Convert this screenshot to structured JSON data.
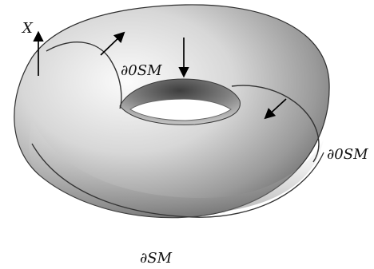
{
  "labels": {
    "x_vector": "X",
    "boundary_inner_top": "∂0SM",
    "boundary_right": "∂0SM",
    "boundary_bottom": "∂SM"
  },
  "colors": {
    "background": "#ffffff",
    "curve": "#333333",
    "arrow": "#000000",
    "surface_light": "#f2f2f2",
    "surface_mid": "#bdbdbd",
    "surface_dark": "#5a5a5a"
  }
}
